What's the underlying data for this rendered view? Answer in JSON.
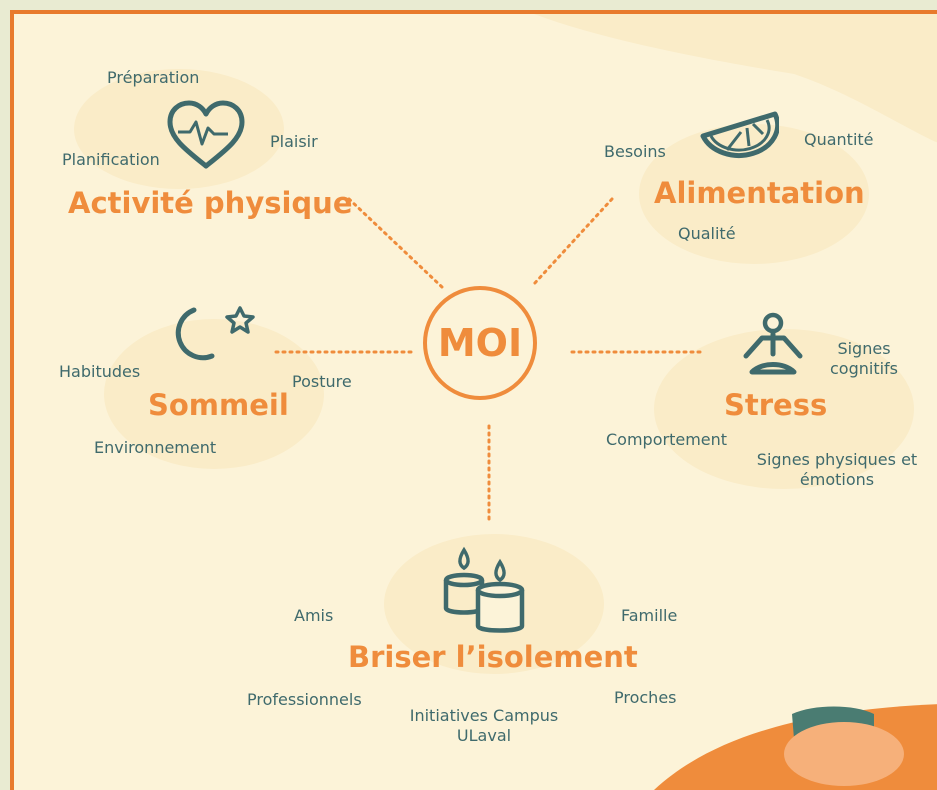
{
  "center": {
    "label": "MOI"
  },
  "colors": {
    "accent": "#ef8c3c",
    "teal": "#3f6a6c",
    "background": "#fcf3d8"
  },
  "nodes": {
    "activite": {
      "title": "Activité physique",
      "icon": "heart-pulse-icon",
      "items": [
        "Préparation",
        "Plaisir",
        "Planification"
      ]
    },
    "alimentation": {
      "title": "Alimentation",
      "icon": "orange-slice-icon",
      "items": [
        "Besoins",
        "Quantité",
        "Qualité"
      ]
    },
    "sommeil": {
      "title": "Sommeil",
      "icon": "moon-star-icon",
      "items": [
        "Habitudes",
        "Posture",
        "Environnement"
      ]
    },
    "stress": {
      "title": "Stress",
      "icon": "meditation-icon",
      "items": [
        "Signes cognitifs",
        "Comportement",
        "Signes physiques et émotions"
      ]
    },
    "isolement": {
      "title": "Briser l’isolement",
      "icon": "candles-icon",
      "items": [
        "Amis",
        "Famille",
        "Professionnels",
        "Proches",
        "Initiatives Campus ULaval"
      ]
    }
  }
}
